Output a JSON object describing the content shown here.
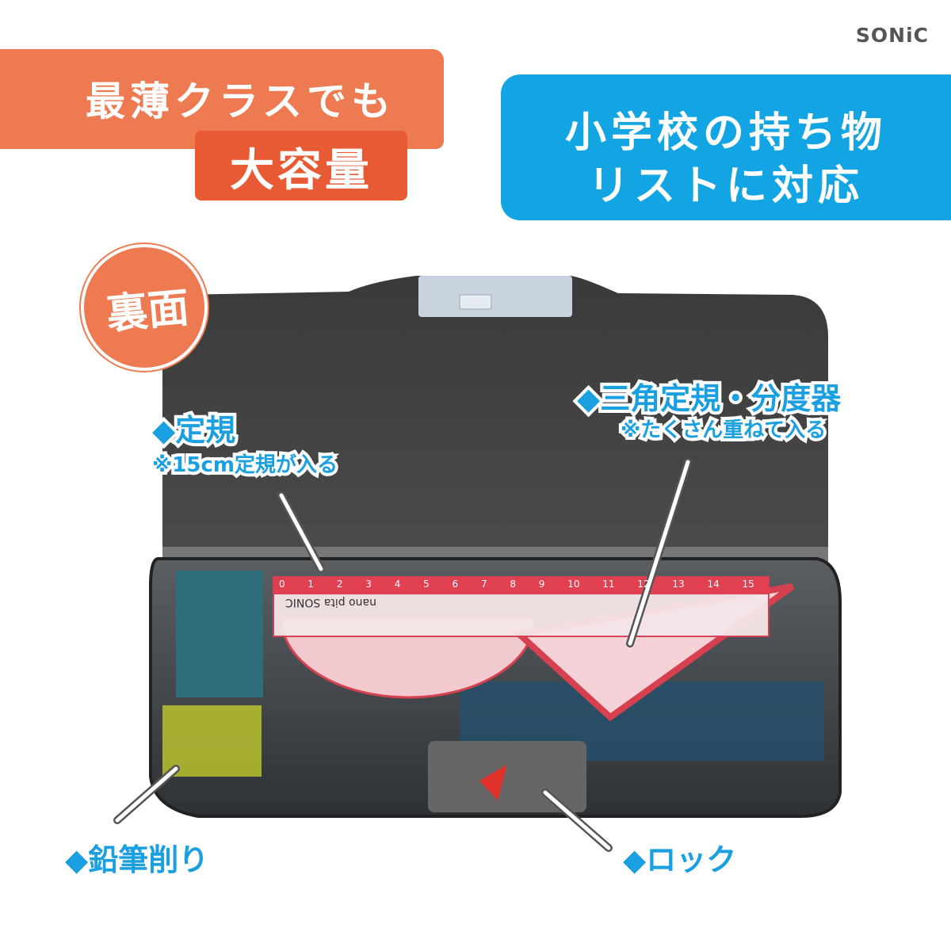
{
  "brand": "SONiC",
  "headline": {
    "line1": "最薄クラスでも",
    "line2": "大容量"
  },
  "feature_box": {
    "line1": "小学校の持ち物",
    "line2": "リストに対応"
  },
  "badge": "裏面",
  "callouts": {
    "ruler": {
      "title": "◆定規",
      "note": "※15cm定規が入る"
    },
    "triangle": {
      "title": "◆三角定規・分度器",
      "note": "※たくさん重ねて入る"
    },
    "sharpener": {
      "title": "◆鉛筆削り"
    },
    "lock": {
      "title": "◆ロック"
    }
  },
  "ruler_print": {
    "brand": "nano pita",
    "maker": "SONIC",
    "ticks": [
      "0",
      "1",
      "2",
      "3",
      "4",
      "5",
      "6",
      "7",
      "8",
      "9",
      "10",
      "11",
      "12",
      "13",
      "14",
      "15"
    ]
  },
  "colors": {
    "orange": "#ee7a52",
    "red": "#e85a33",
    "blue": "#13a5e3",
    "label": "#1a9fe0"
  }
}
